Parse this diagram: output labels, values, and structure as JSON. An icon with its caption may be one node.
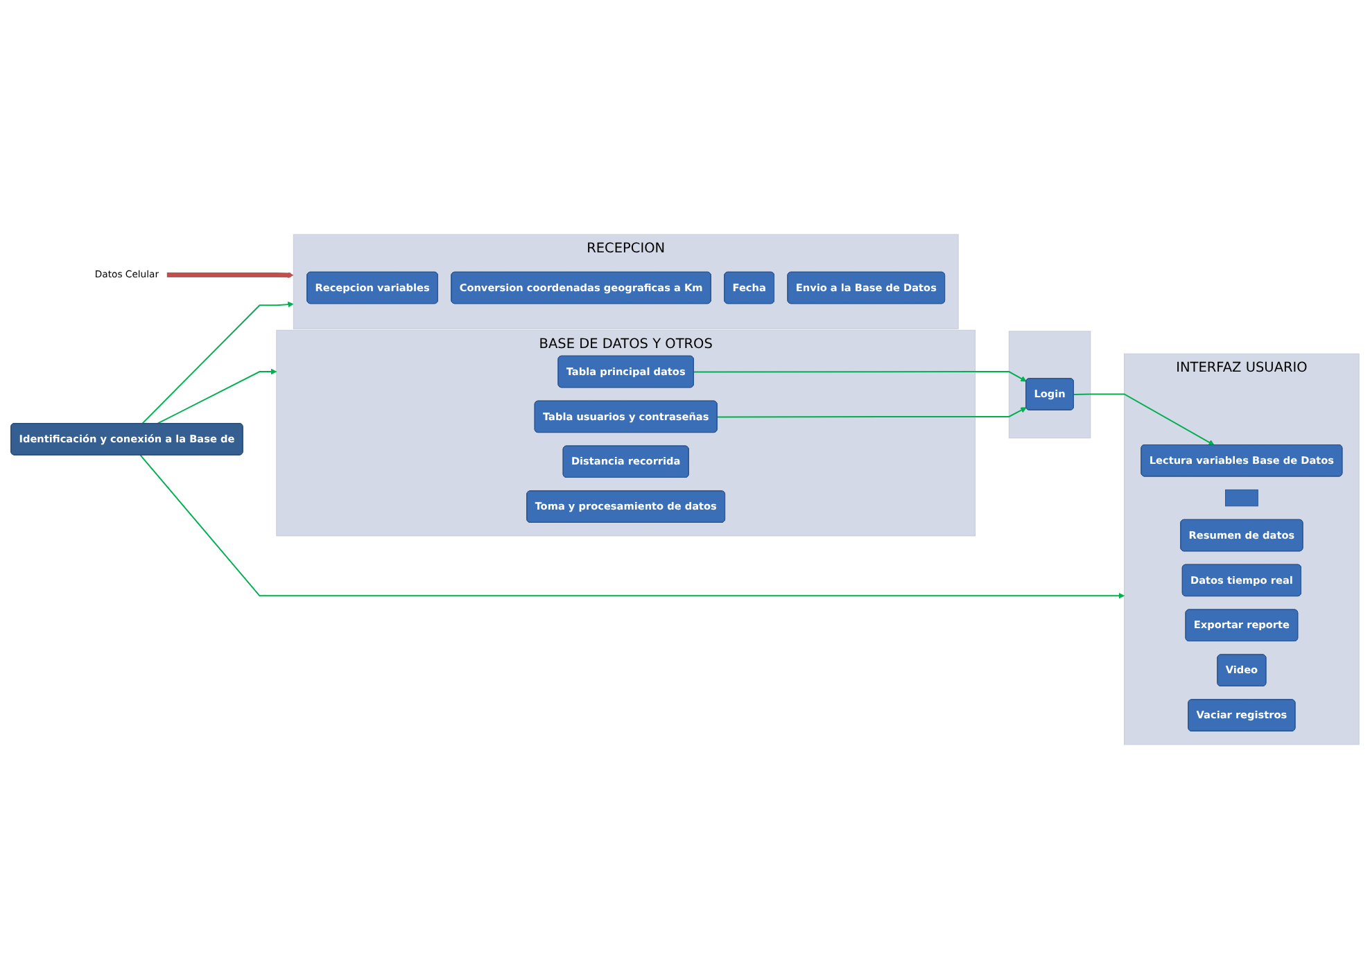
{
  "diagram": {
    "nodes": [
      {
        "text": [
          "Datos Celular"
        ]
      },
      {
        "text": [
          "RECEPCION"
        ]
      },
      {
        "text": [
          "Recepcion variables"
        ],
        "in": 1
      },
      {
        "text": [
          "Conversion coordenadas geograficas a Km"
        ],
        "in": 1
      },
      {
        "text": [
          "Fecha"
        ],
        "in": 1
      },
      {
        "text": [
          "Envio a la Base de Datos"
        ],
        "in": 1
      },
      {
        "text": [
          "BASE DE DATOS Y OTROS"
        ]
      },
      {
        "text": [
          "Tabla principal datos"
        ],
        "in": 6
      },
      {
        "text": [
          "Tabla usuarios y contraseñas"
        ],
        "in": 6
      },
      {
        "text": [
          "Distancia recorrida"
        ],
        "in": 6
      },
      {
        "text": [
          "Toma y procesamiento de datos"
        ],
        "in": 6
      },
      {
        "text": [],
        "shape": "box"
      },
      {
        "text": [
          "Login"
        ],
        "in": 11
      },
      {
        "text": [
          "INTERFAZ USUARIO"
        ]
      },
      {
        "text": [
          "Lectura variables Base de Datos"
        ],
        "in": 13
      },
      {
        "text": [],
        "shape": "box",
        "in": 13
      },
      {
        "text": [
          "Resumen de datos"
        ],
        "in": 13
      },
      {
        "text": [
          "Datos tiempo real"
        ],
        "in": 13
      },
      {
        "text": [
          "Exportar reporte"
        ],
        "in": 13
      },
      {
        "text": [
          "Video"
        ],
        "in": 13
      },
      {
        "text": [
          "Vaciar registros"
        ],
        "in": 13
      },
      {
        "text": [
          "Identificación y conexión a la Base de"
        ]
      }
    ],
    "edges": [
      {
        "from": 0,
        "to": 1,
        "arrow": "to",
        "style": "thick",
        "color": "#c0504d"
      },
      {
        "from": 7,
        "to": 12,
        "arrow": "to"
      },
      {
        "from": 8,
        "to": 12,
        "arrow": "to"
      },
      {
        "from": 12,
        "to": 14,
        "arrow": "to"
      },
      {
        "from": 21,
        "to": 1,
        "arrow": "to"
      },
      {
        "from": 21,
        "to": 6,
        "arrow": "to"
      },
      {
        "from": 21,
        "to": 13,
        "arrow": "to"
      }
    ]
  }
}
